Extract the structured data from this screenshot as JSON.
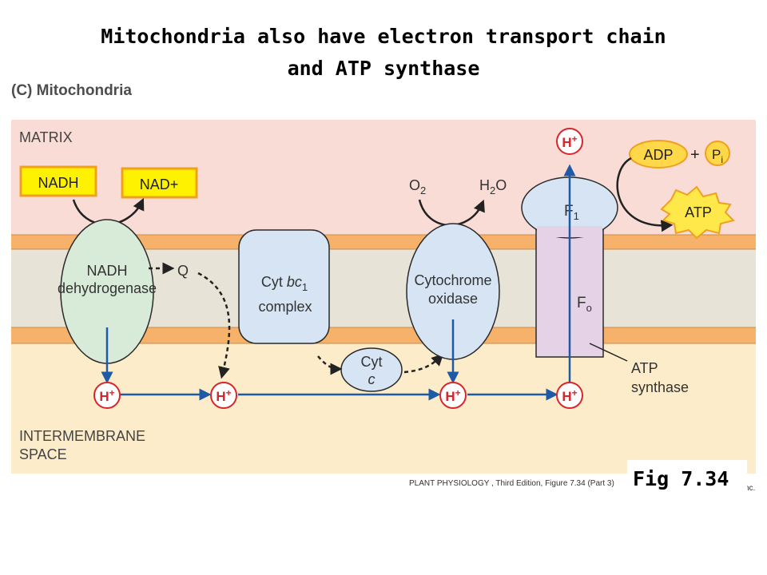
{
  "title": {
    "line1": "Mitochondria also have electron transport chain",
    "line2": "and ATP synthase"
  },
  "panel_label": "(C)  Mitochondria",
  "regions": {
    "matrix": "MATRIX",
    "intermembrane_line1": "INTERMEMBRANE",
    "intermembrane_line2": "SPACE"
  },
  "substrates": {
    "nadh": "NADH",
    "nad_plus": "NAD+",
    "o2": "O2",
    "h2o": "H2O",
    "adp": "ADP",
    "plus": "+",
    "pi": "Pi",
    "atp": "ATP",
    "q": "Q"
  },
  "complexes": {
    "nadh_dehydrogenase_line1": "NADH",
    "nadh_dehydrogenase_line2": "dehydrogenase",
    "cyt_bc1_line1": "Cyt bc1",
    "cyt_bc1_line2": "complex",
    "cyt_c_line1": "Cyt",
    "cyt_c_line2": "c",
    "cytochrome_oxidase_line1": "Cytochrome",
    "cytochrome_oxidase_line2": "oxidase",
    "f1": "F1",
    "fo": "Fo",
    "atp_synthase_line1": "ATP",
    "atp_synthase_line2": "synthase"
  },
  "proton": "H+",
  "colors": {
    "matrix_bg": "#f9dcd6",
    "intermembrane_bg": "#fcecc9",
    "membrane_outer": "#f6b26b",
    "membrane_inner": "#e7e3d6",
    "complex_green": "#d8ead8",
    "complex_blue": "#d6e4f4",
    "complex_purple": "#e5d2e6",
    "proton_red": "#d7262b",
    "arrow_blue": "#1f5aa6",
    "substrate_yellow": "#fff200",
    "substrate_border": "#f0a020",
    "adp_fill": "#ffd84a"
  },
  "figure_label": "Fig 7.34",
  "caption": "PLANT PHYSIOLOGY , Third Edition, Figure 7.34 (Part 3)",
  "caption_tail": "nc."
}
